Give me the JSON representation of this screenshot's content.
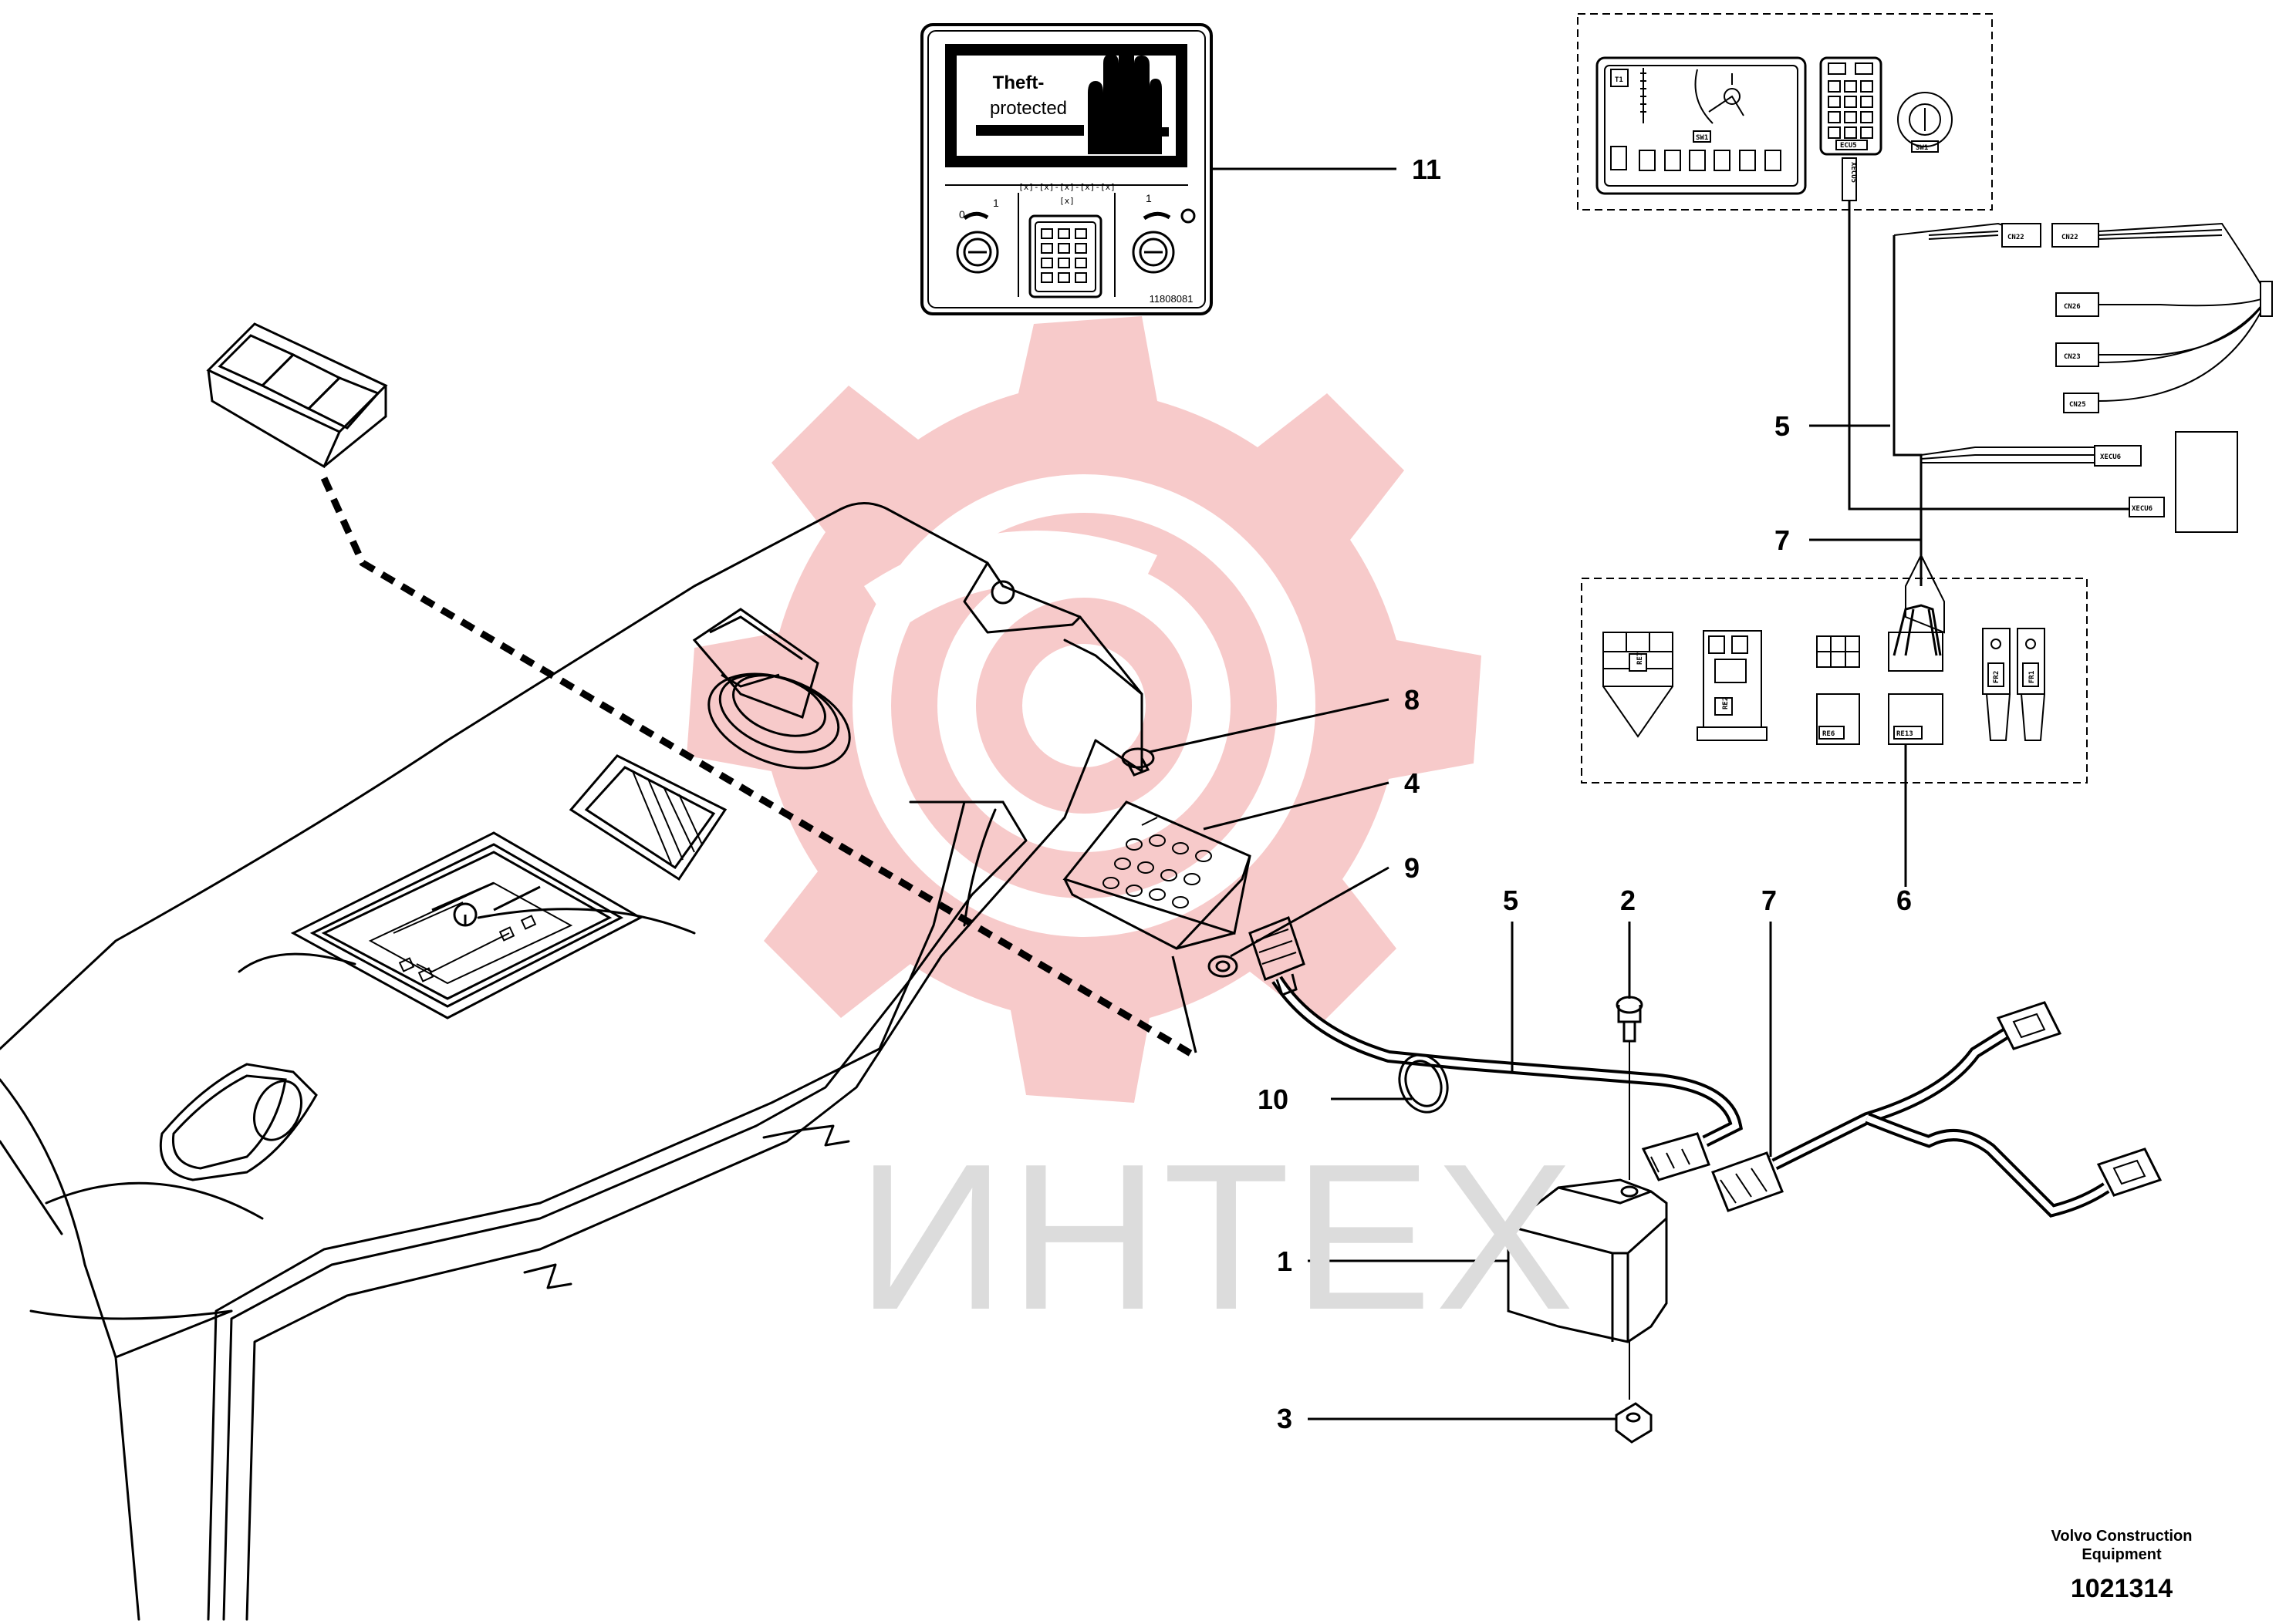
{
  "callouts": {
    "c1": "1",
    "c2": "2",
    "c3": "3",
    "c4": "4",
    "c5a": "5",
    "c5b": "5",
    "c6": "6",
    "c7a": "7",
    "c7b": "7",
    "c8": "8",
    "c9": "9",
    "c10": "10",
    "c11": "11"
  },
  "decal": {
    "line1": "Theft-",
    "line2": "protected",
    "part_no": "11808081",
    "left_key_0": "0",
    "left_key_1": "1",
    "right_key_1": "1",
    "code_row": "[x]-[x]-[x]-[x]-[x]",
    "code_sub": "[x]"
  },
  "schematic": {
    "panel_t1": "T1",
    "panel_sw1_label": "SW1",
    "ecu_label": "ECU5",
    "ecu_vertical": "XECU5",
    "sw_label": "SW1",
    "connectors": [
      "CN22",
      "CN22",
      "CN26",
      "CN23",
      "CN25",
      "XECU6",
      "XECU6"
    ],
    "relays": [
      "RE7",
      "RE2",
      "RE6",
      "RE13",
      "FR2",
      "FR1"
    ]
  },
  "watermark": "ИНТЕХ",
  "footer": {
    "company": "Volvo Construction Equipment",
    "doc_number": "1021314"
  },
  "colors": {
    "line": "#000000",
    "watermark_gear": "#f6c9c9",
    "watermark_text": "#dcdcdc"
  }
}
